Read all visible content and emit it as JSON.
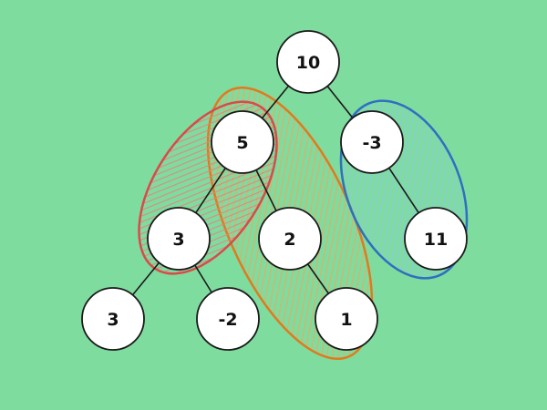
{
  "colors": {
    "background": "#7fdc9f",
    "orange_region": "#e07a1f",
    "red_region": "#d94a4a",
    "blue_region": "#2f6fbf"
  },
  "nodes": [
    {
      "id": "n10",
      "label": "10"
    },
    {
      "id": "n5",
      "label": "5"
    },
    {
      "id": "nm3",
      "label": "-3"
    },
    {
      "id": "n3a",
      "label": "3"
    },
    {
      "id": "n2",
      "label": "2"
    },
    {
      "id": "n11",
      "label": "11"
    },
    {
      "id": "n3b",
      "label": "3"
    },
    {
      "id": "nm2",
      "label": "-2"
    },
    {
      "id": "n1",
      "label": "1"
    }
  ],
  "edges": [
    [
      "n10",
      "n5"
    ],
    [
      "n10",
      "nm3"
    ],
    [
      "n5",
      "n3a"
    ],
    [
      "n5",
      "n2"
    ],
    [
      "nm3",
      "n11"
    ],
    [
      "n3a",
      "n3b"
    ],
    [
      "n3a",
      "nm2"
    ],
    [
      "n2",
      "n1"
    ]
  ],
  "highlight_paths": [
    {
      "id": "path-orange",
      "color": "orange_region",
      "nodes": [
        "n5",
        "n2",
        "n1"
      ]
    },
    {
      "id": "path-red",
      "color": "red_region",
      "nodes": [
        "n5",
        "n3a"
      ]
    },
    {
      "id": "path-blue",
      "color": "blue_region",
      "nodes": [
        "nm3",
        "n11"
      ]
    }
  ]
}
